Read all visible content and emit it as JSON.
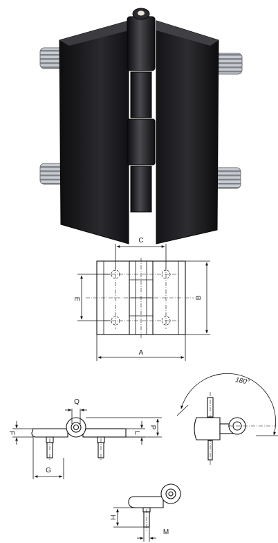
{
  "dimension_labels": {
    "a": "A",
    "b": "B",
    "c": "C",
    "e": "E",
    "f": "F",
    "g": "G",
    "h": "H",
    "l": "L",
    "m": "M",
    "p": "P",
    "q": "Q"
  },
  "rotation_angle": "180°",
  "colors": {
    "hinge_body": "#1c1c1e",
    "thread": "#b9bcc1",
    "line": "#111111"
  }
}
